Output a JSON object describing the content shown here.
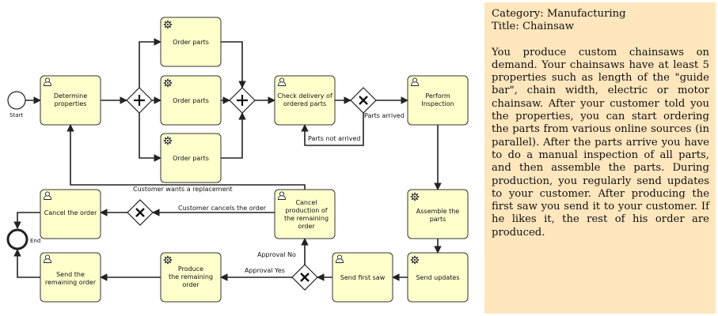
{
  "panel": {
    "category_line": "Category: Manufacturing",
    "title_line": "Title: Chainsaw",
    "description": "You produce custom chainsaws on demand. Your chainsaws have at least 5 properties such as length of the \"guide bar\", chain width, electric or motor chainsaw. After your customer told you the properties, you can start ordering the parts from various online sources (in parallel). After the parts arrive you have to do a manual inspection of all parts, and then assemble the parts. During production, you regularly send updates to your customer. After producing the first saw you send it to your customer. If he likes it, the rest of his order are produced."
  },
  "diagram": {
    "events": {
      "start": "Start",
      "end": "End"
    },
    "tasks": {
      "determine_properties": [
        "Determine",
        "properties"
      ],
      "order_parts_1": [
        "Order parts"
      ],
      "order_parts_2": [
        "Order parts"
      ],
      "order_parts_3": [
        "Order parts"
      ],
      "check_delivery": [
        "Check delivery of",
        "ordered parts"
      ],
      "perform_inspection": [
        "Perform",
        "Inspection"
      ],
      "assemble_parts": [
        "Assemble the",
        "parts"
      ],
      "send_updates": [
        "Send updates"
      ],
      "send_first_saw": [
        "Send first saw"
      ],
      "produce_remaining": [
        "Produce",
        "the remaining",
        "order"
      ],
      "send_remaining": [
        "Send the",
        "remaining order"
      ],
      "cancel_order": [
        "Cancel the order"
      ],
      "cancel_production": [
        "Cancel",
        "production of",
        "the remaining",
        "order"
      ]
    },
    "flow_labels": {
      "parts_arrived": "Parts arrived",
      "parts_not_arrived": "Parts not arrived",
      "customer_wants_replacement": "Customer wants a replacement",
      "customer_cancels": "Customer cancels the order",
      "approval_no": "Approval No",
      "approval_yes": "Approval Yes"
    },
    "icons": {
      "user_task": "user-icon",
      "service_task": "gear-icon",
      "parallel_gateway": "plus-icon",
      "exclusive_gateway": "x-icon"
    }
  }
}
